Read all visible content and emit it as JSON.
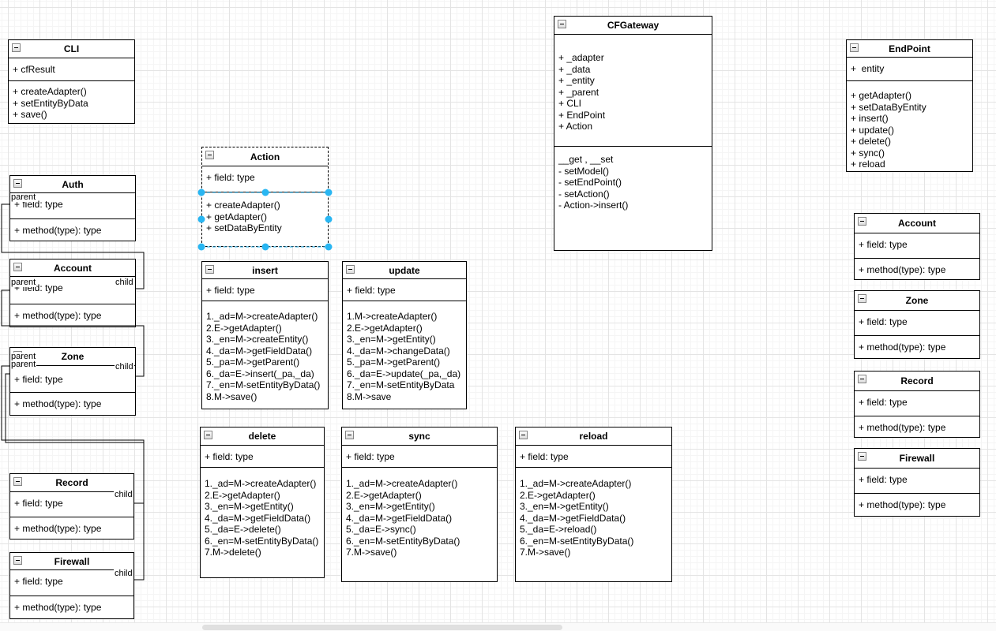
{
  "labels": {
    "parent": "parent",
    "child": "child"
  },
  "colors": {
    "selection": "#29b6f2",
    "edge": "#000000",
    "box_border": "#000000"
  },
  "classes": {
    "cli": {
      "title": "CLI",
      "fields": [
        "+ cfResult"
      ],
      "methods": [
        "+ createAdapter()",
        "+ setEntityByData",
        "+ save()"
      ]
    },
    "auth": {
      "title": "Auth",
      "fields": [
        "+ field: type"
      ],
      "methods": [
        "+ method(type): type"
      ]
    },
    "account_left": {
      "title": "Account",
      "fields": [
        "+ field: type"
      ],
      "methods": [
        "+ method(type): type"
      ]
    },
    "zone_left": {
      "title": "Zone",
      "fields": [
        "+ field: type"
      ],
      "methods": [
        "+ method(type): type"
      ]
    },
    "record_left": {
      "title": "Record",
      "fields": [
        "+ field: type"
      ],
      "methods": [
        "+ method(type): type"
      ]
    },
    "firewall_left": {
      "title": "Firewall",
      "fields": [
        "+ field: type"
      ],
      "methods": [
        "+ method(type): type"
      ]
    },
    "action": {
      "title": "Action",
      "fields": [
        "+ field: type"
      ],
      "methods": [
        "+ createAdapter()",
        "+ getAdapter()",
        "+ setDataByEntity"
      ]
    },
    "insert": {
      "title": "insert",
      "fields": [
        "+ field: type"
      ],
      "methods": [
        "1._ad=M->createAdapter()",
        "2.E->getAdapter()",
        "3._en=M->createEntity()",
        "4._da=M->getFieldData()",
        "5._pa=M->getParent()",
        "6._da=E->insert(_pa,_da)",
        "7._en=M-setEntityByData()",
        "8.M->save()"
      ]
    },
    "update": {
      "title": "update",
      "fields": [
        "+ field: type"
      ],
      "methods": [
        "1.M->createAdapter()",
        "2.E->getAdapter()",
        "3._en=M->getEntity()",
        "4._da=M->changeData()",
        "5._pa=M->getParent()",
        "6._da=E->update(_pa,_da)",
        "7._en=M-setEntityByData",
        "8.M->save"
      ]
    },
    "delete": {
      "title": "delete",
      "fields": [
        "+ field: type"
      ],
      "methods": [
        "1._ad=M->createAdapter()",
        "2.E->getAdapter()",
        "3._en=M->getEntity()",
        "4._da=M->getFieldData()",
        "5._da=E->delete()",
        "6._en=M-setEntityByData()",
        "7.M->delete()"
      ]
    },
    "sync": {
      "title": "sync",
      "fields": [
        "+ field: type"
      ],
      "methods": [
        "1._ad=M->createAdapter()",
        "2.E->getAdapter()",
        "3._en=M->getEntity()",
        "4._da=M->getFieldData()",
        "5._da=E->sync()",
        "6._en=M-setEntityByData()",
        "7.M->save()"
      ]
    },
    "reload": {
      "title": "reload",
      "fields": [
        "+ field: type"
      ],
      "methods": [
        "1._ad=M->createAdapter()",
        "2.E->getAdapter()",
        "3._en=M->getEntity()",
        "4._da=M->getFieldData()",
        "5._da=E->reload()",
        "6._en=M-setEntityByData()",
        "7.M->save()"
      ]
    },
    "cfgateway": {
      "title": "CFGateway",
      "fields": [
        "+ _adapter",
        "+ _data",
        "+ _entity",
        "+ _parent",
        "+ CLI",
        "+ EndPoint",
        "+ Action"
      ],
      "methods": [
        "__get , __set",
        "- setModel()",
        "- setEndPoint()",
        "- setAction()",
        "- Action->insert()"
      ]
    },
    "endpoint": {
      "title": "EndPoint",
      "fields": [
        "+  entity"
      ],
      "methods": [
        "+ getAdapter()",
        "+ setDataByEntity",
        "+ insert()",
        "+ update()",
        "+ delete()",
        "+ sync()",
        "+ reload"
      ]
    },
    "account_right": {
      "title": "Account",
      "fields": [
        "+ field: type"
      ],
      "methods": [
        "+ method(type): type"
      ]
    },
    "zone_right": {
      "title": "Zone",
      "fields": [
        "+ field: type"
      ],
      "methods": [
        "+ method(type): type"
      ]
    },
    "record_right": {
      "title": "Record",
      "fields": [
        "+ field: type"
      ],
      "methods": [
        "+ method(type): type"
      ]
    },
    "firewall_right": {
      "title": "Firewall",
      "fields": [
        "+ field: type"
      ],
      "methods": [
        "+ method(type): type"
      ]
    }
  }
}
